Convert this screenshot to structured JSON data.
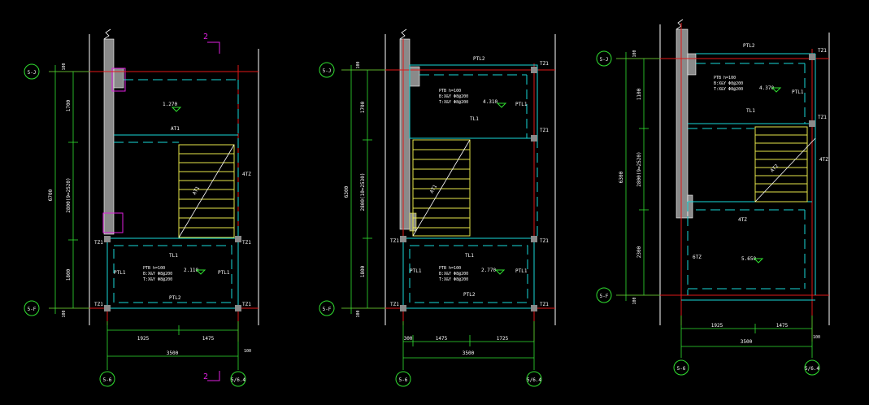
{
  "colors": {
    "background": "#000000",
    "wall_fill": "#8a8a8a",
    "wall_edge": "#ffffff",
    "axis": "#e01818",
    "beam": "#17d7d7",
    "stair": "#e6e64a",
    "dimension": "#30e030",
    "marker": "#e020e0",
    "text": "#ffffff"
  },
  "panels": [
    {
      "axis_top": "5-J",
      "axis_bottom": "5-F",
      "axis_left": "5-6",
      "axis_right": "5/6.4",
      "dim_total_vertical": "6700",
      "dim_flight": "2800(9=2520)",
      "dim_top": "1700",
      "dim_bottom": "1800",
      "dim_tick_top": "100",
      "dim_tick_bottom": "100",
      "dim_bottom_left": "1925",
      "dim_bottom_right": "1475",
      "dim_total_horizontal": "3500",
      "dim_edge": "100",
      "upper_landing_level": "1.270",
      "lower_landing_level": "2.110",
      "slab_note_1": "PTB h=100",
      "slab_note_2": "B:X&Y Φ8@200",
      "slab_note_3": "T:X&Y Φ8@200",
      "landing_beam": "TL1",
      "beam_top_label": "PTL1",
      "beam_bottom_label": "PTL2",
      "column_labels": [
        "TZ1",
        "TZ1",
        "TZ1",
        "TZ1"
      ],
      "flight_label": "AT1",
      "side_label": "4TZ",
      "section_mark": "2"
    },
    {
      "axis_top": "5-J",
      "axis_bottom": "5-F",
      "axis_left": "5-6",
      "axis_right": "5/6.4",
      "dim_total_vertical": "6300",
      "dim_flight": "2800(10=2530)",
      "dim_top": "1700",
      "dim_bottom": "1800",
      "dim_tick_top": "100",
      "dim_tick_bottom": "100",
      "dim_bottom_left": "300",
      "dim_bottom_mid": "1475",
      "dim_bottom_right": "1725",
      "dim_total_horizontal": "3500",
      "upper_landing_level": "4.310",
      "lower_landing_level": "2.770",
      "slab_note_1": "PTB h=100",
      "slab_note_2": "B:X&Y Φ8@200",
      "slab_note_3": "T:X&Y Φ8@200",
      "landing_beam": "TL1",
      "beam_top_label": "PTL2",
      "beam_bottom_label": "PTL2",
      "side_label_top": "PTL1",
      "side_label_bottom": "PTL1",
      "column_labels": [
        "TZ1",
        "TZ1",
        "TZ1",
        "TZ1",
        "TZ1"
      ],
      "flight_label": "AT1"
    },
    {
      "axis_top": "5-J",
      "axis_bottom": "5-F",
      "axis_left": "5-6",
      "axis_right": "5/6.4",
      "dim_total_vertical": "6300",
      "dim_flight": "2800(9=2520)",
      "dim_top": "1100",
      "dim_bottom": "2300",
      "dim_tick_top": "100",
      "dim_tick_bottom": "100",
      "dim_bottom_left": "1925",
      "dim_bottom_right": "1475",
      "dim_total_horizontal": "3500",
      "dim_edge": "100",
      "upper_landing_level": "4.370",
      "lower_landing_level": "5.650",
      "slab_note_1": "PTB h=100",
      "slab_note_2": "B:X&Y Φ8@200",
      "slab_note_3": "T:X&Y Φ8@200",
      "landing_beam": "TL1",
      "beam_top_label": "PTL2",
      "side_label": "PTL1",
      "column_labels": [
        "TZ1",
        "TZ1"
      ],
      "flight_label": "AT2",
      "lower_label": "4TZ",
      "left_label": "6TZ",
      "right_label": "4TZ"
    }
  ]
}
